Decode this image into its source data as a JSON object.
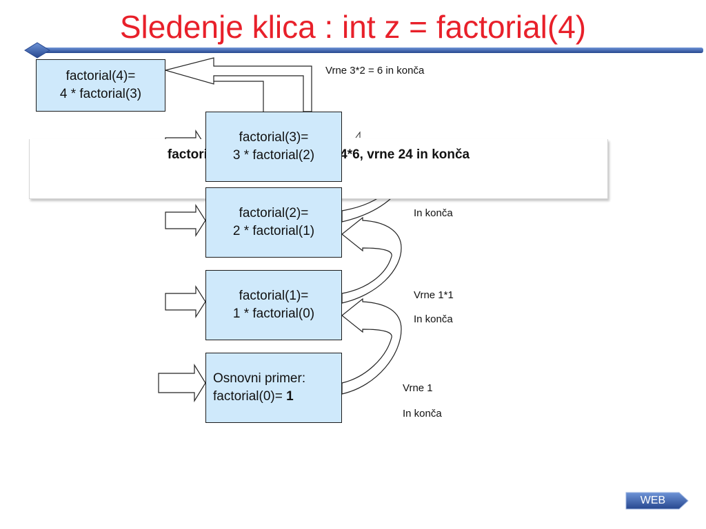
{
  "slide": {
    "title": "Sledenje klica : int z = factorial(4)",
    "accent_color": "#e8202a",
    "bar_color": "#3a63b0",
    "box_color": "#cfe9fb"
  },
  "boxes": [
    {
      "line1": "factorial(4)=",
      "line2": "4 * factorial(3)"
    },
    {
      "line1": "factorial(3)=",
      "line2": "3 * factorial(2)"
    },
    {
      "line1": "factorial(2)=",
      "line2": "2 * factorial(1)"
    },
    {
      "line1": "factorial(1)=",
      "line2": "1 * factorial(0)"
    },
    {
      "line1": "Osnovni primer:",
      "line2_prefix": "factorial(0)= ",
      "line2_bold": "1"
    }
  ],
  "labels": {
    "return_3": "Vrne 3*2 = 6 in konča",
    "ends_2": "In konča",
    "return_1": "Vrne 1*1",
    "ends_1": "In konča",
    "return_0": "Vrne 1",
    "ends_0": "In konča"
  },
  "overlay": {
    "text": "factorial(4) konča, izračuna  4*6, vrne 24 in konča"
  },
  "nav": {
    "web_label": "WEB",
    "web_color": "#3a63b0"
  }
}
